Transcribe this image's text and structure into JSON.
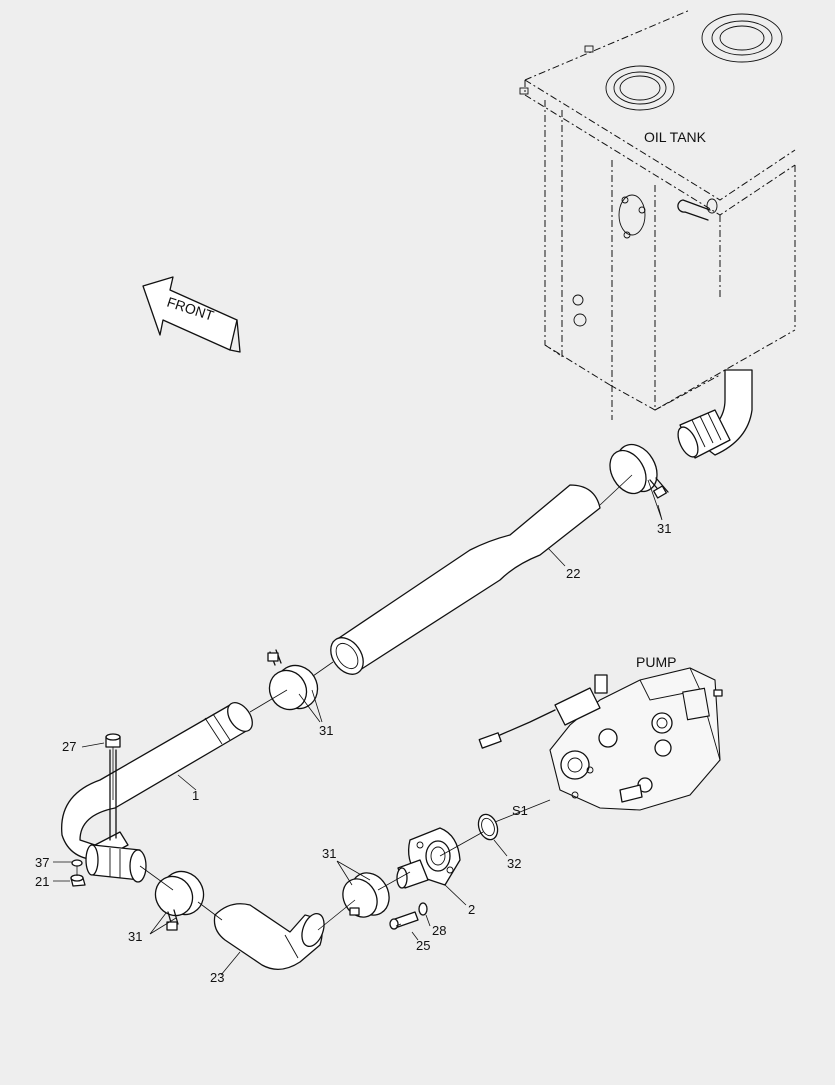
{
  "labels": {
    "oil_tank": "OIL TANK",
    "pump": "PUMP",
    "front": "FRONT"
  },
  "callouts": {
    "c1": "1",
    "c2": "2",
    "c21": "21",
    "c22": "22",
    "c23": "23",
    "c25": "25",
    "c27": "27",
    "c28": "28",
    "c31a": "31",
    "c31b": "31",
    "c31c": "31",
    "c31d": "31",
    "c32": "32",
    "c37": "37",
    "s1": "S1"
  },
  "colors": {
    "background": "#eeeeee",
    "line": "#111111",
    "fill": "#ffffff"
  }
}
